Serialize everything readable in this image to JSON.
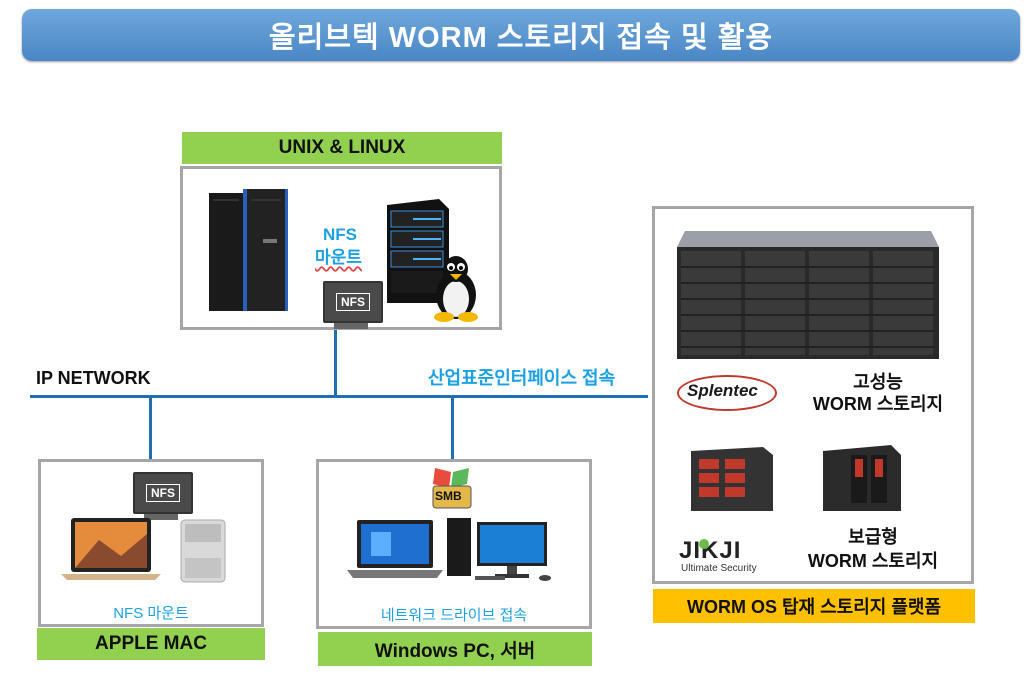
{
  "title": "올리브텍 WORM 스토리지 접속 및 활용",
  "unix": {
    "label": "UNIX & LINUX",
    "protocol": "NFS",
    "mount": "마운트",
    "nfs_badge": "NFS"
  },
  "network": {
    "label": "IP NETWORK",
    "interface_label": "산업표준인터페이스 접속"
  },
  "mac": {
    "label": "APPLE MAC",
    "caption": "NFS 마운트",
    "nfs_badge": "NFS"
  },
  "windows": {
    "label": "Windows PC, 서버",
    "caption": "네트워크 드라이브 접속",
    "smb_badge": "SMB"
  },
  "worm": {
    "platform_label": "WORM OS 탑재 스토리지 플랫폼",
    "high_line1": "고성능",
    "high_line2": "WORM 스토리지",
    "basic_line1": "보급형",
    "basic_line2": "WORM 스토리지",
    "splentec_logo": "Splentec",
    "jikji_logo": "JIKJI",
    "jikji_tagline": "Ultimate Security"
  },
  "colors": {
    "title_bar": "#5b9bd5",
    "green_label": "#92d050",
    "yellow_label": "#ffc000",
    "blue_text": "#1ba1e2",
    "network_line": "#1f6fb5"
  }
}
